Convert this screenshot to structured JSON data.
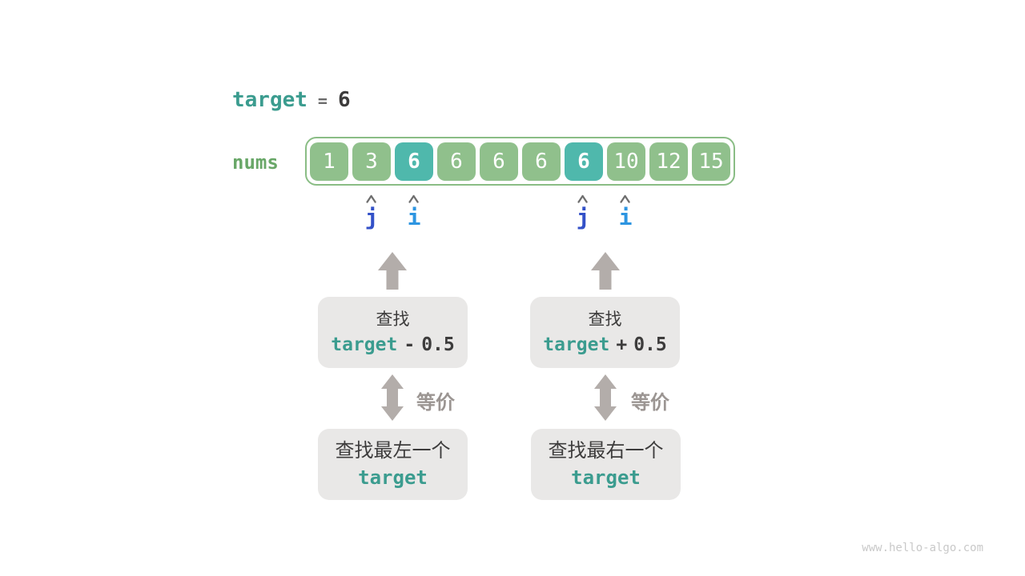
{
  "header": {
    "var": "target",
    "eq": "=",
    "value": "6"
  },
  "array": {
    "label": "nums",
    "values": [
      "1",
      "3",
      "6",
      "6",
      "6",
      "6",
      "6",
      "10",
      "12",
      "15"
    ],
    "highlighted_indices": [
      2,
      6
    ]
  },
  "pointers": [
    {
      "letter": "j"
    },
    {
      "letter": "i"
    },
    {
      "letter": "j"
    },
    {
      "letter": "i"
    }
  ],
  "flow": {
    "left": {
      "search_title": "查找",
      "expr_var": "target",
      "expr_op": "-",
      "expr_num": "0.5",
      "equiv_label": "等价",
      "result_title": "查找最左一个",
      "result_var": "target"
    },
    "right": {
      "search_title": "查找",
      "expr_var": "target",
      "expr_op": "+",
      "expr_num": "0.5",
      "equiv_label": "等价",
      "result_title": "查找最右一个",
      "result_var": "target"
    }
  },
  "watermark": "www.hello-algo.com",
  "colors": {
    "teal_text": "#3b9c8f",
    "green_text": "#69a768",
    "cell_green": "#90c08c",
    "cell_teal": "#4fb8ac",
    "array_border": "#8abd85",
    "cell_text": "#ffffff",
    "dark_text": "#3d3c3c",
    "equals_gray": "#6b6b6b",
    "arrow_gray": "#b3adaa",
    "equiv_gray": "#9b9592",
    "caret_gray": "#6e6e6e",
    "pointer_j": "#3351c8",
    "pointer_i": "#2d95e1",
    "box_bg": "#e9e8e7",
    "watermark_gray": "#c9c9c9"
  }
}
